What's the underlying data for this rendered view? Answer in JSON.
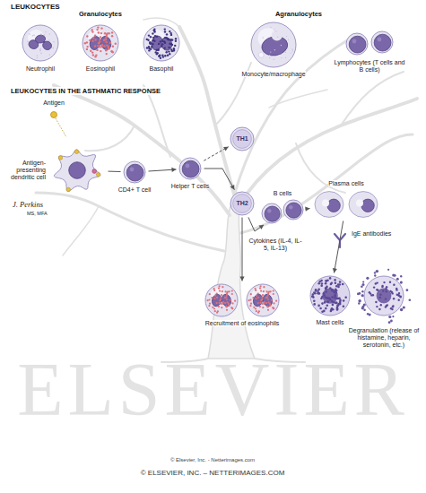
{
  "diagram": {
    "title": "LEUKOCYTES",
    "nodes": [
      {
        "text": [
          "Neutrophil"
        ]
      },
      {
        "text": [
          "Eosinophil"
        ]
      },
      {
        "text": [
          "Basophil"
        ]
      },
      {
        "text": [
          "Monocyte/macrophage"
        ]
      },
      {
        "text": [
          "Lymphocytes (T cells and B cells)"
        ]
      },
      {
        "text": [
          "Antigen-presenting dendritic cell"
        ]
      },
      {
        "text": [
          "CD4+ T cell"
        ]
      },
      {
        "text": [
          "Helper T cells"
        ]
      },
      {
        "text": [
          "TH1"
        ]
      },
      {
        "text": [
          "TH2"
        ]
      },
      {
        "text": [
          "B cells"
        ]
      },
      {
        "text": [
          "Plasma cells"
        ]
      },
      {
        "text": [
          "Recruitment of eosinophils"
        ]
      },
      {
        "text": [
          "Mast cells"
        ]
      },
      {
        "text": [
          "Degranulation (release of histamine, heparin, serotonin, etc.)"
        ]
      }
    ],
    "edges": [
      {
        "from": 5,
        "to": 6,
        "arrow": "none"
      },
      {
        "from": 6,
        "to": 7,
        "arrow": "to"
      },
      {
        "from": 7,
        "to": 8,
        "arrow": "to"
      },
      {
        "from": 7,
        "to": 9,
        "arrow": "to"
      },
      {
        "from": 9,
        "to": 10,
        "arrow": "to",
        "label": "Cytokines (IL-4, IL-5, IL-13)"
      },
      {
        "from": 9,
        "to": 12,
        "arrow": "to"
      },
      {
        "from": 10,
        "to": 11,
        "arrow": "to"
      },
      {
        "from": 11,
        "to": 13,
        "arrow": "to",
        "label": "IgE antibodies"
      }
    ],
    "labels": [
      "Granulocytes",
      "Agranulocytes",
      "LEUKOCYTES IN THE ASTHMATIC RESPONSE",
      "Antigen",
      "J. Perkins",
      "MS, MFA",
      "ELSEVIER",
      "© Elsevier, Inc. - Netterimages.com",
      "© ELSEVIER, INC. – NETTERIMAGES.COM"
    ]
  }
}
